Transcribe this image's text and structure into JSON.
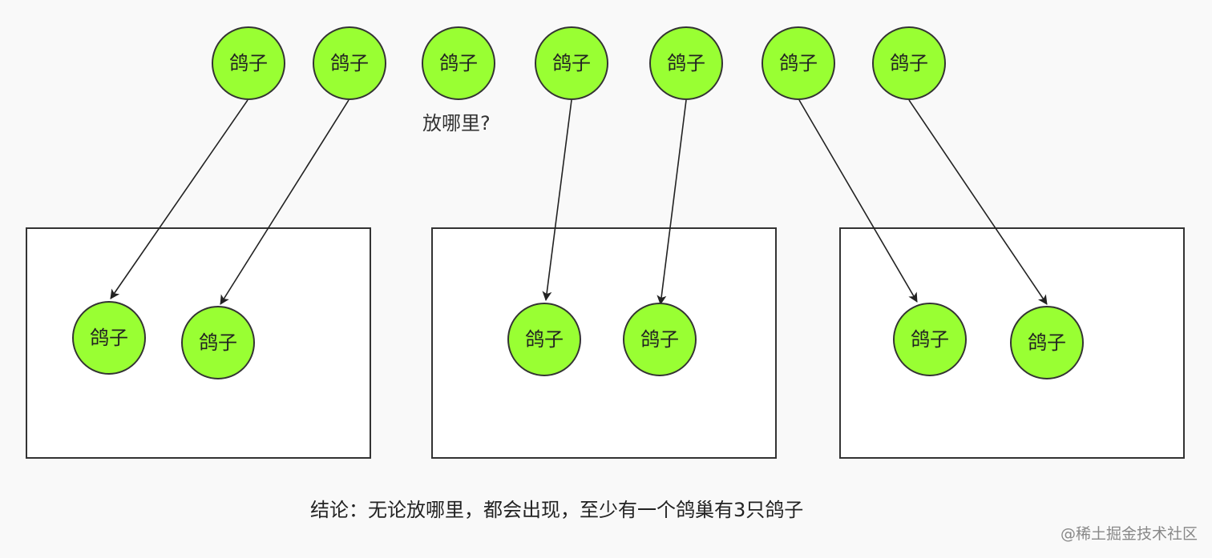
{
  "pigeon_label": "鸽子",
  "question": "放哪里?",
  "conclusion": "结论：无论放哪里，都会出现，至少有一个鸽巢有3只鸽子",
  "watermark": "@稀土掘金技术社区",
  "colors": {
    "pigeon_fill": "#99ff33",
    "stroke": "#333333",
    "box_fill": "#ffffff",
    "background": "#f9f9f9"
  },
  "top_pigeons": [
    {
      "id": "p1",
      "label": "鸽子",
      "placed_in": "nest-1"
    },
    {
      "id": "p2",
      "label": "鸽子",
      "placed_in": "nest-1"
    },
    {
      "id": "p3",
      "label": "鸽子",
      "placed_in": null
    },
    {
      "id": "p4",
      "label": "鸽子",
      "placed_in": "nest-2"
    },
    {
      "id": "p5",
      "label": "鸽子",
      "placed_in": "nest-2"
    },
    {
      "id": "p6",
      "label": "鸽子",
      "placed_in": "nest-3"
    },
    {
      "id": "p7",
      "label": "鸽子",
      "placed_in": "nest-3"
    }
  ],
  "nests": [
    {
      "id": "nest-1",
      "pigeons": [
        "鸽子",
        "鸽子"
      ]
    },
    {
      "id": "nest-2",
      "pigeons": [
        "鸽子",
        "鸽子"
      ]
    },
    {
      "id": "nest-3",
      "pigeons": [
        "鸽子",
        "鸽子"
      ]
    }
  ]
}
